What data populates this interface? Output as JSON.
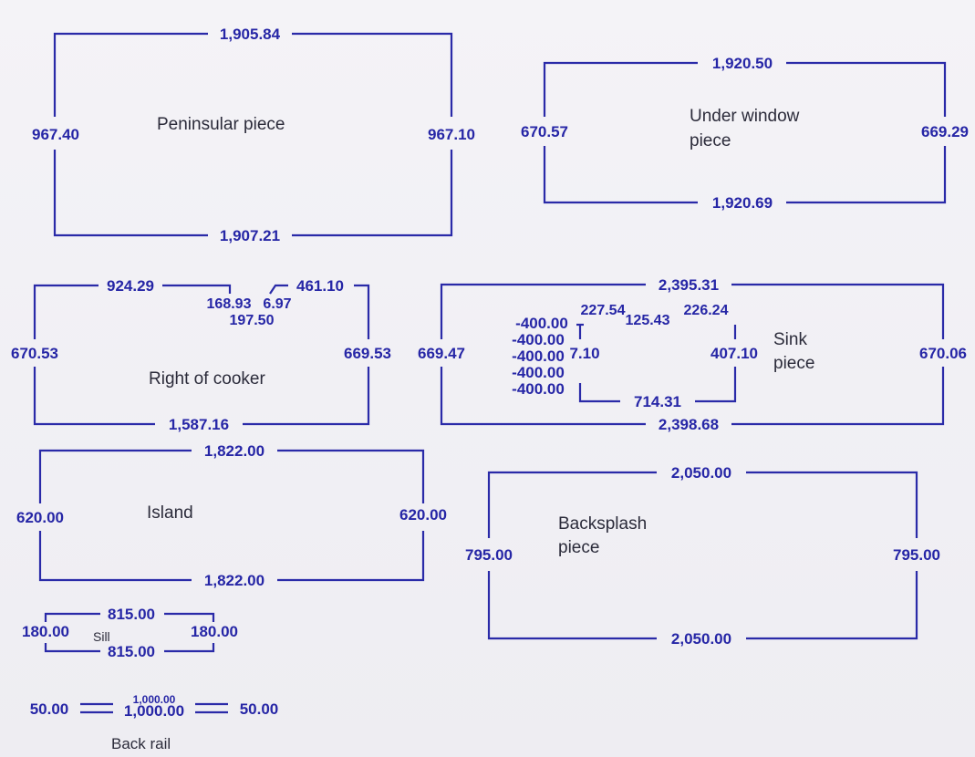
{
  "pieces": {
    "peninsular": {
      "label": "Peninsular piece",
      "top": "1,905.84",
      "bottom": "1,907.21",
      "left": "967.40",
      "right": "967.10"
    },
    "under_window": {
      "label_line1": "Under window",
      "label_line2": "piece",
      "top": "1,920.50",
      "bottom": "1,920.69",
      "left": "670.57",
      "right": "669.29"
    },
    "right_of_cooker": {
      "label": "Right of cooker",
      "top_left": "924.29",
      "top_right": "461.10",
      "notch_a": "168.93",
      "notch_b": "6.97",
      "notch_c": "197.50",
      "bottom": "1,587.16",
      "left": "670.53",
      "right": "669.53"
    },
    "sink": {
      "label_line1": "Sink",
      "label_line2": "piece",
      "top": "2,395.31",
      "bottom": "2,398.68",
      "left": "669.47",
      "right": "670.06",
      "cutout_top_left": "227.54",
      "cutout_top_mid": "125.43",
      "cutout_top_right": "226.24",
      "cutout_right": "407.10",
      "cutout_left": "7.10",
      "cutout_bottom": "714.31",
      "stack": [
        "-400.00",
        "-400.00",
        "-400.00",
        "-400.00",
        "-400.00"
      ]
    },
    "island": {
      "label": "Island",
      "top": "1,822.00",
      "bottom": "1,822.00",
      "left": "620.00",
      "right": "620.00"
    },
    "backsplash": {
      "label_line1": "Backsplash",
      "label_line2": "piece",
      "top": "2,050.00",
      "bottom": "2,050.00",
      "left": "795.00",
      "right": "795.00"
    },
    "sill": {
      "label": "Sill",
      "top": "815.00",
      "bottom": "815.00",
      "left": "180.00",
      "right": "180.00"
    },
    "back_rail": {
      "label": "Back rail",
      "top": "1,000.00",
      "bottom": "1,000.00",
      "left": "50.00",
      "right": "50.00"
    }
  }
}
